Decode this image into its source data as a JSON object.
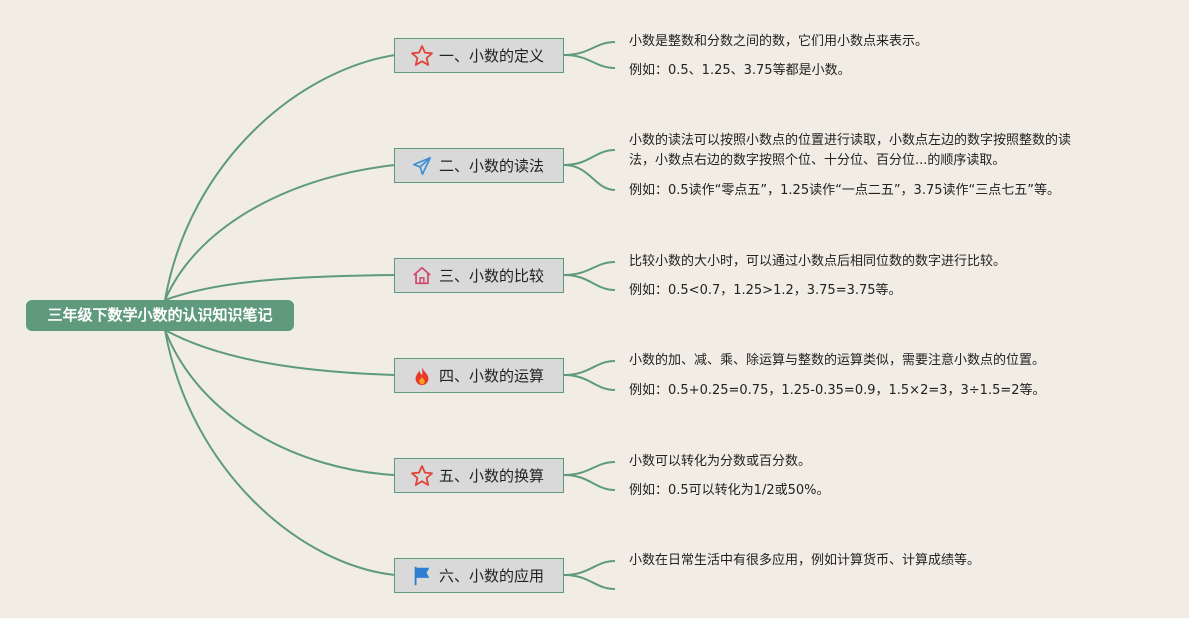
{
  "colors": {
    "background": "#f1ede4",
    "line": "#5f9a7d",
    "root_bg": "#5f9a7d",
    "branch_bg": "#d9d9d9"
  },
  "root": {
    "label": "三年级下数学小数的认识知识笔记"
  },
  "branches": [
    {
      "label": "一、小数的定义",
      "icon": "star-icon",
      "notes": [
        "小数是整数和分数之间的数，它们用小数点来表示。",
        "例如：0.5、1.25、3.75等都是小数。"
      ]
    },
    {
      "label": "二、小数的读法",
      "icon": "paper-plane-icon",
      "notes": [
        "小数的读法可以按照小数点的位置进行读取，小数点左边的数字按照整数的读",
        "法，小数点右边的数字按照个位、十分位、百分位...的顺序读取。",
        "例如：0.5读作“零点五”，1.25读作“一点二五”，3.75读作“三点七五”等。"
      ]
    },
    {
      "label": "三、小数的比较",
      "icon": "house-icon",
      "notes": [
        "比较小数的大小时，可以通过小数点后相同位数的数字进行比较。",
        "例如：0.5<0.7，1.25>1.2，3.75=3.75等。"
      ]
    },
    {
      "label": "四、小数的运算",
      "icon": "fire-icon",
      "notes": [
        "小数的加、减、乘、除运算与整数的运算类似，需要注意小数点的位置。",
        "例如：0.5+0.25=0.75，1.25-0.35=0.9，1.5×2=3，3÷1.5=2等。"
      ]
    },
    {
      "label": "五、小数的换算",
      "icon": "star-icon",
      "notes": [
        "小数可以转化为分数或百分数。",
        "例如：0.5可以转化为1/2或50%。"
      ]
    },
    {
      "label": "六、小数的应用",
      "icon": "flag-icon",
      "notes": [
        "小数在日常生活中有很多应用，例如计算货币、计算成绩等。"
      ]
    }
  ]
}
